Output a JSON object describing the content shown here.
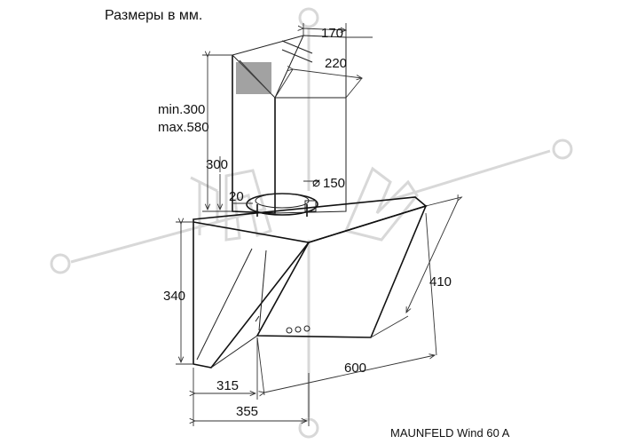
{
  "title": "Размеры в мм.",
  "model": "MAUNFELD Wind 60 A",
  "dimensions": {
    "chimney_depth": "170",
    "chimney_width": "220",
    "chimney_min": "min.300",
    "chimney_max": "max.580",
    "chimney_height": "300",
    "outlet_offset": "20",
    "outlet_diameter": "150",
    "body_height": "340",
    "panel_depth": "410",
    "total_width": "600",
    "base_depth": "315",
    "total_depth": "355"
  },
  "colors": {
    "line": "#111111",
    "watermark": "#d8d8d8"
  }
}
